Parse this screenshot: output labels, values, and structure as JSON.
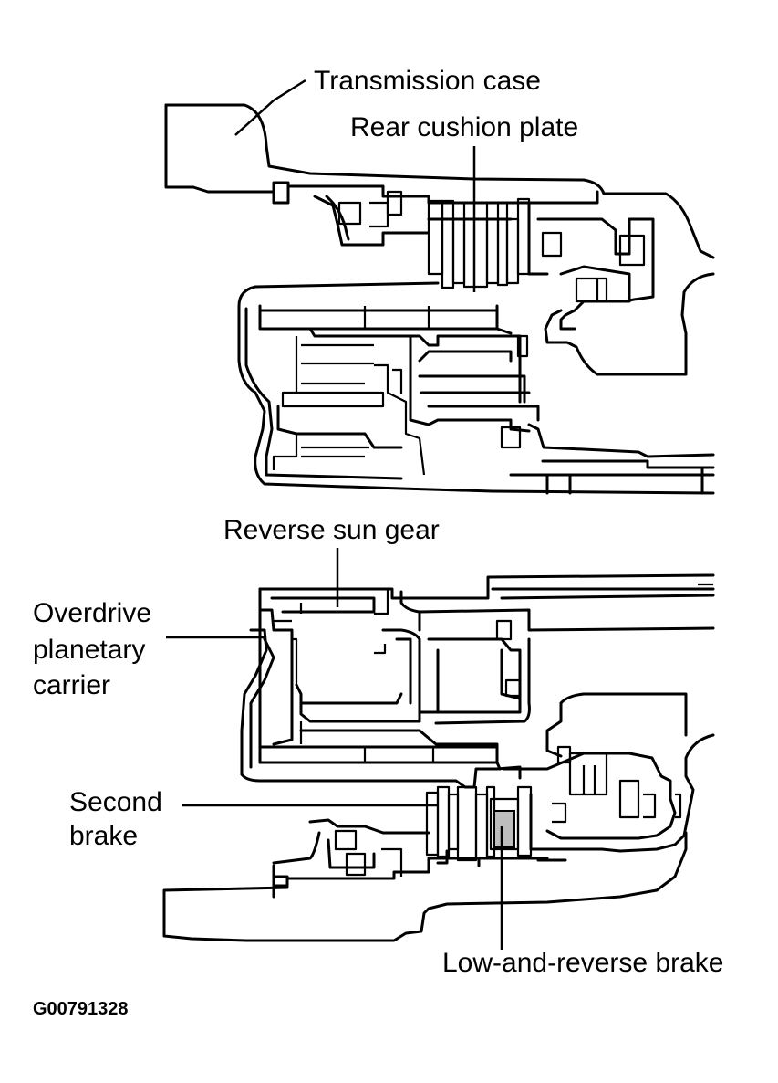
{
  "labels": {
    "transmission_case": "Transmission case",
    "rear_cushion_plate": "Rear cushion plate",
    "reverse_sun_gear": "Reverse sun gear",
    "overdrive_line1": "Overdrive",
    "overdrive_line2": "planetary",
    "overdrive_line3": "carrier",
    "second_line1": "Second",
    "second_line2": "brake",
    "low_reverse_brake": "Low-and-reverse brake"
  },
  "figure_code": "G00791328"
}
